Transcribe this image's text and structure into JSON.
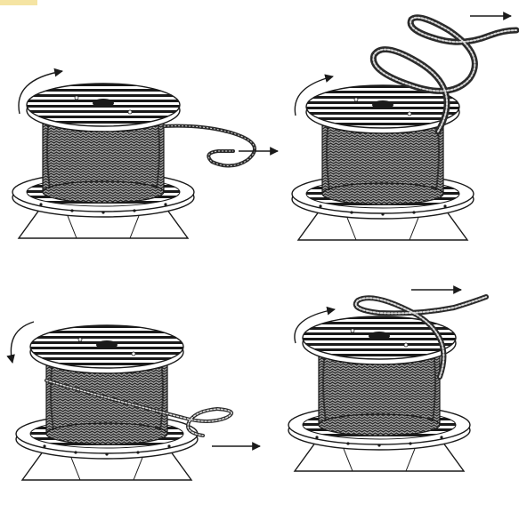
{
  "figure": {
    "panels": [
      {
        "id": "top-left",
        "rotation": "clockwise",
        "rope_exit": "side-straight",
        "pull_direction": "right"
      },
      {
        "id": "top-right",
        "rotation": "clockwise",
        "rope_exit": "over-top-coiling",
        "pull_direction": "right"
      },
      {
        "id": "bottom-left",
        "rotation": "counterclockwise",
        "rope_exit": "side-diagonal",
        "pull_direction": "right"
      },
      {
        "id": "bottom-right",
        "rotation": "clockwise",
        "rope_exit": "over-top",
        "pull_direction": "right"
      }
    ],
    "colors": {
      "line": "#1a1a1a",
      "rope_dark": "#333333",
      "rope_light": "#dcdcdc",
      "background": "#ffffff",
      "corner_mark": "#f5e4a3"
    },
    "icons": [
      "rotation-arrow-icon",
      "pull-arrow-icon",
      "spool-icon",
      "stand-icon"
    ]
  }
}
